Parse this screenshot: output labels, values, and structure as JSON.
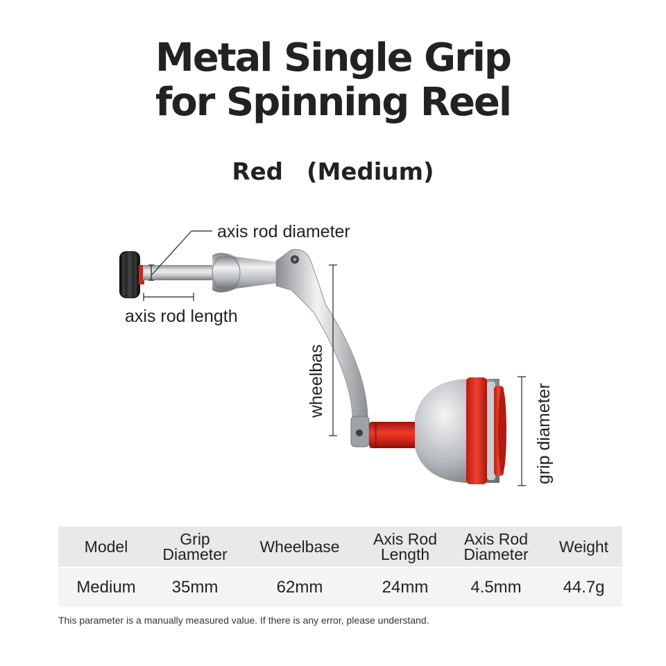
{
  "title": {
    "line1": "Metal Single Grip",
    "line2": "for Spinning Reel"
  },
  "subtitle": "Red　(Medium)",
  "diagram_labels": {
    "axis_rod_diameter": "axis rod diameter",
    "axis_rod_length": "axis rod length",
    "wheelbase": "wheelbas",
    "grip_diameter": "grip diameter"
  },
  "colors": {
    "accent_red": "#d8281c",
    "silver": "#b9bcc0",
    "knob_black": "#1c1c1c"
  },
  "table": {
    "headers": [
      [
        "Model"
      ],
      [
        "Grip",
        "Diameter"
      ],
      [
        "Wheelbase"
      ],
      [
        "Axis Rod",
        "Length"
      ],
      [
        "Axis Rod",
        "Diameter"
      ],
      [
        "Weight"
      ]
    ],
    "row": [
      "Medium",
      "35mm",
      "62mm",
      "24mm",
      "4.5mm",
      "44.7g"
    ]
  },
  "footnote": "This parameter is a manually measured value. If there is any error, please understand."
}
